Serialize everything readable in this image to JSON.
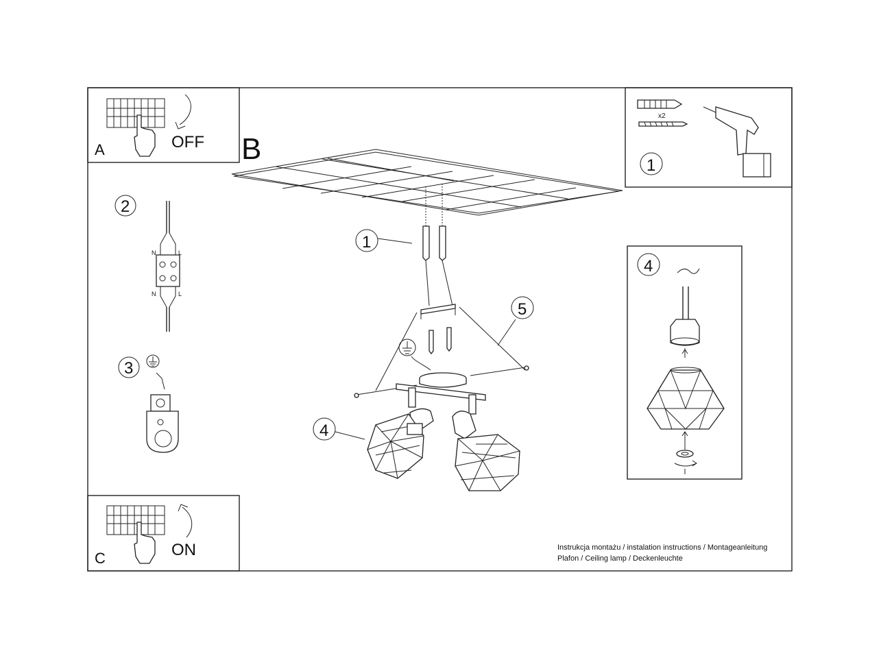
{
  "panels": {
    "power_off": {
      "letter": "A",
      "label": "OFF"
    },
    "power_on": {
      "letter": "C",
      "label": "ON"
    },
    "main": {
      "letter": "B"
    },
    "tools": {
      "step": "1",
      "multiplier": "x2"
    },
    "wiring": {
      "step": "2",
      "n_label": "N",
      "l_label": "L"
    },
    "ground": {
      "step": "3"
    },
    "bulb": {
      "step": "4"
    }
  },
  "callouts": {
    "anchor": "1",
    "bracket": "5",
    "shade": "4"
  },
  "footer": {
    "line1": "Instrukcja montażu / instalation instructions / Montageanleitung",
    "line2": "Plafon / Ceiling lamp / Deckenleuchte"
  }
}
